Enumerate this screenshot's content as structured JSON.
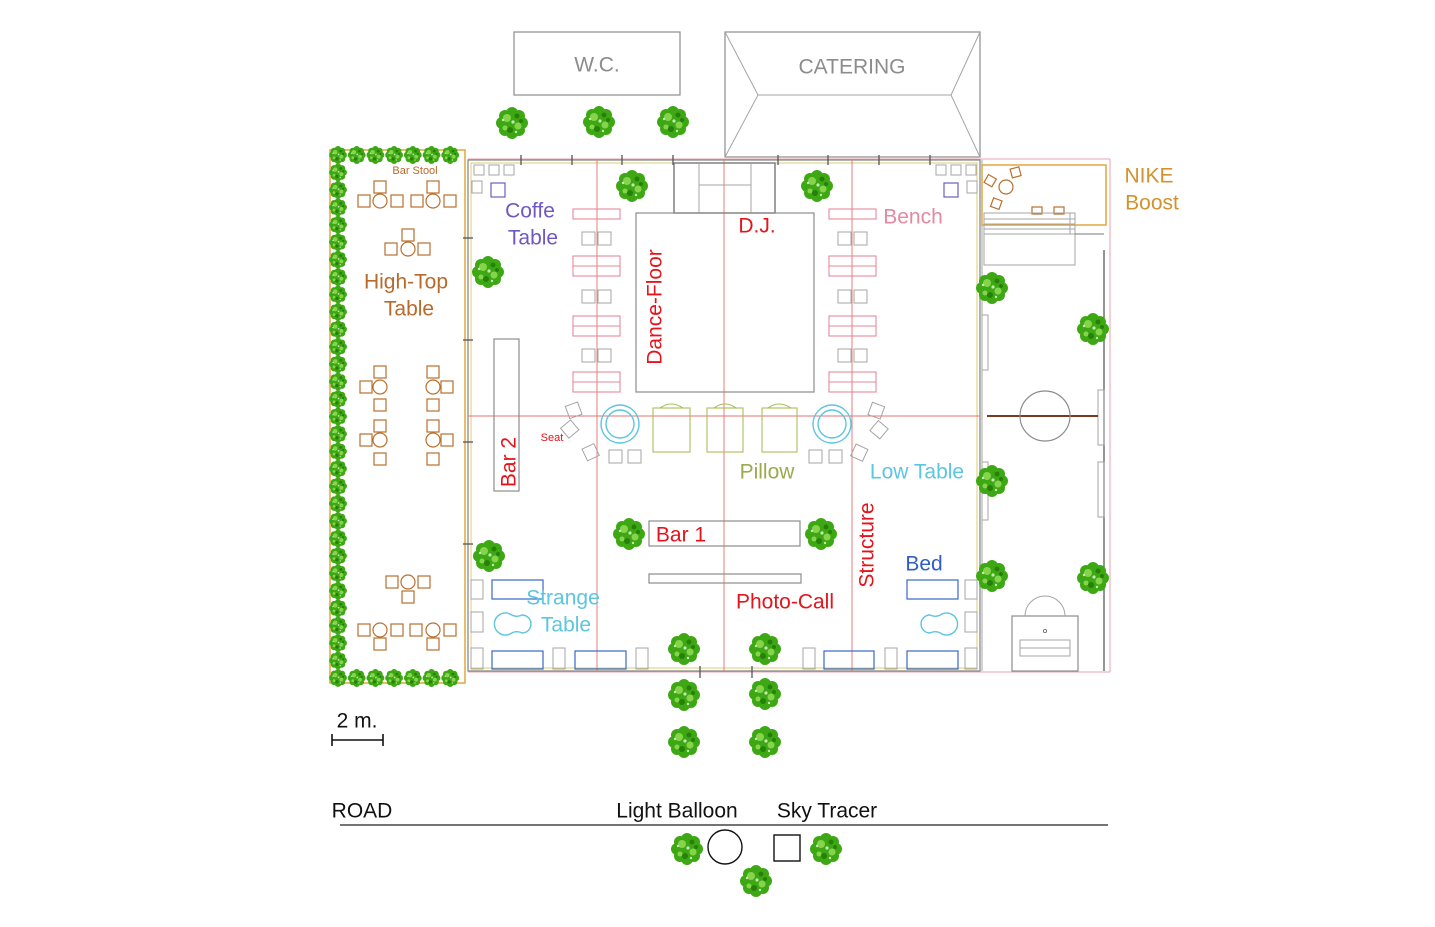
{
  "buildings": {
    "wc": "W.C.",
    "catering": "CATERING"
  },
  "zones": {
    "nike": [
      "NIKE",
      "Boost"
    ],
    "bar_stool": "Bar Stool",
    "coffee_table": [
      "Coffe",
      "Table"
    ],
    "high_top_table": [
      "High-Top",
      "Table"
    ],
    "dj": "D.J.",
    "bench": "Bench",
    "dance_floor": "Dance-Floor",
    "bar2": "Bar 2",
    "seat": "Seat",
    "pillow": "Pillow",
    "low_table": "Low Table",
    "structure": "Structure",
    "bar1": "Bar 1",
    "bed": "Bed",
    "strange_table": [
      "Strange",
      "Table"
    ],
    "photo_call": "Photo-Call"
  },
  "scale_label": "2 m.",
  "road_label": "ROAD",
  "light_balloon_label": "Light Balloon",
  "sky_tracer_label": "Sky Tracer",
  "colors": {
    "tree": "#3da814",
    "structure_grid": "#e87070",
    "labels_red": "#e3141b",
    "high_top": "#b86a2a",
    "nike": "#d2922e",
    "pillow": "#9aab4e",
    "low_table": "#5cc5e0",
    "bed": "#2f5fc4"
  }
}
